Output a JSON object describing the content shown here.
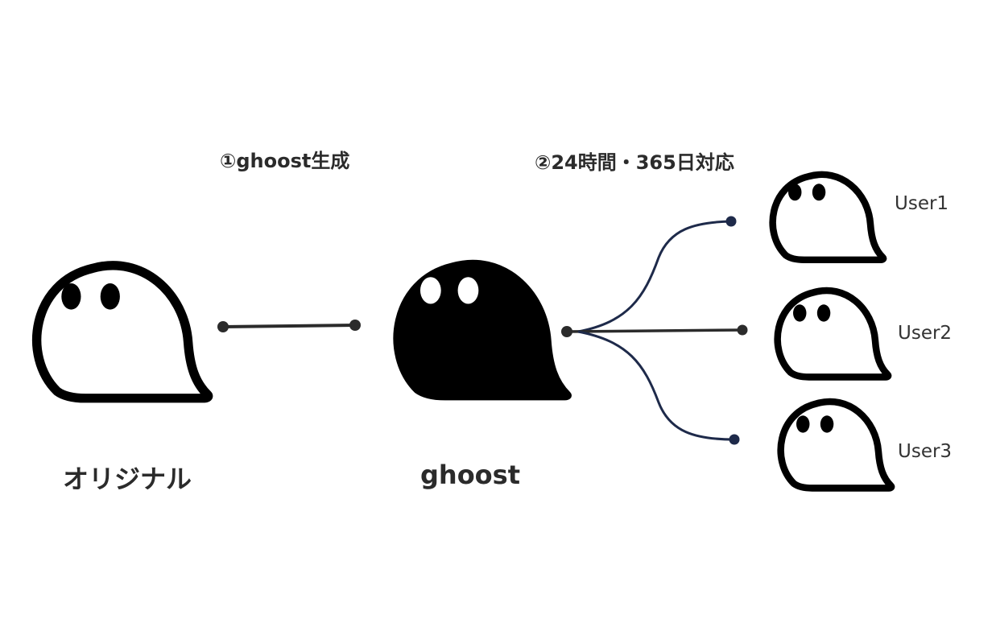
{
  "steps": {
    "step1": "①ghoost生成",
    "step2": "②24時間・365日対応"
  },
  "nodes": {
    "original": {
      "label": "オリジナル",
      "icon": "ghost-outline-icon"
    },
    "ghoost": {
      "label": "ghoost",
      "icon": "ghost-filled-icon"
    },
    "users": [
      {
        "label": "User1",
        "icon": "ghost-outline-icon"
      },
      {
        "label": "User2",
        "icon": "ghost-outline-icon"
      },
      {
        "label": "User3",
        "icon": "ghost-outline-icon"
      }
    ]
  },
  "colors": {
    "ghost_stroke": "#000000",
    "connector_dark": "#2b2b2b",
    "connector_navy": "#1e2a4a",
    "text": "#2b2b2b"
  }
}
